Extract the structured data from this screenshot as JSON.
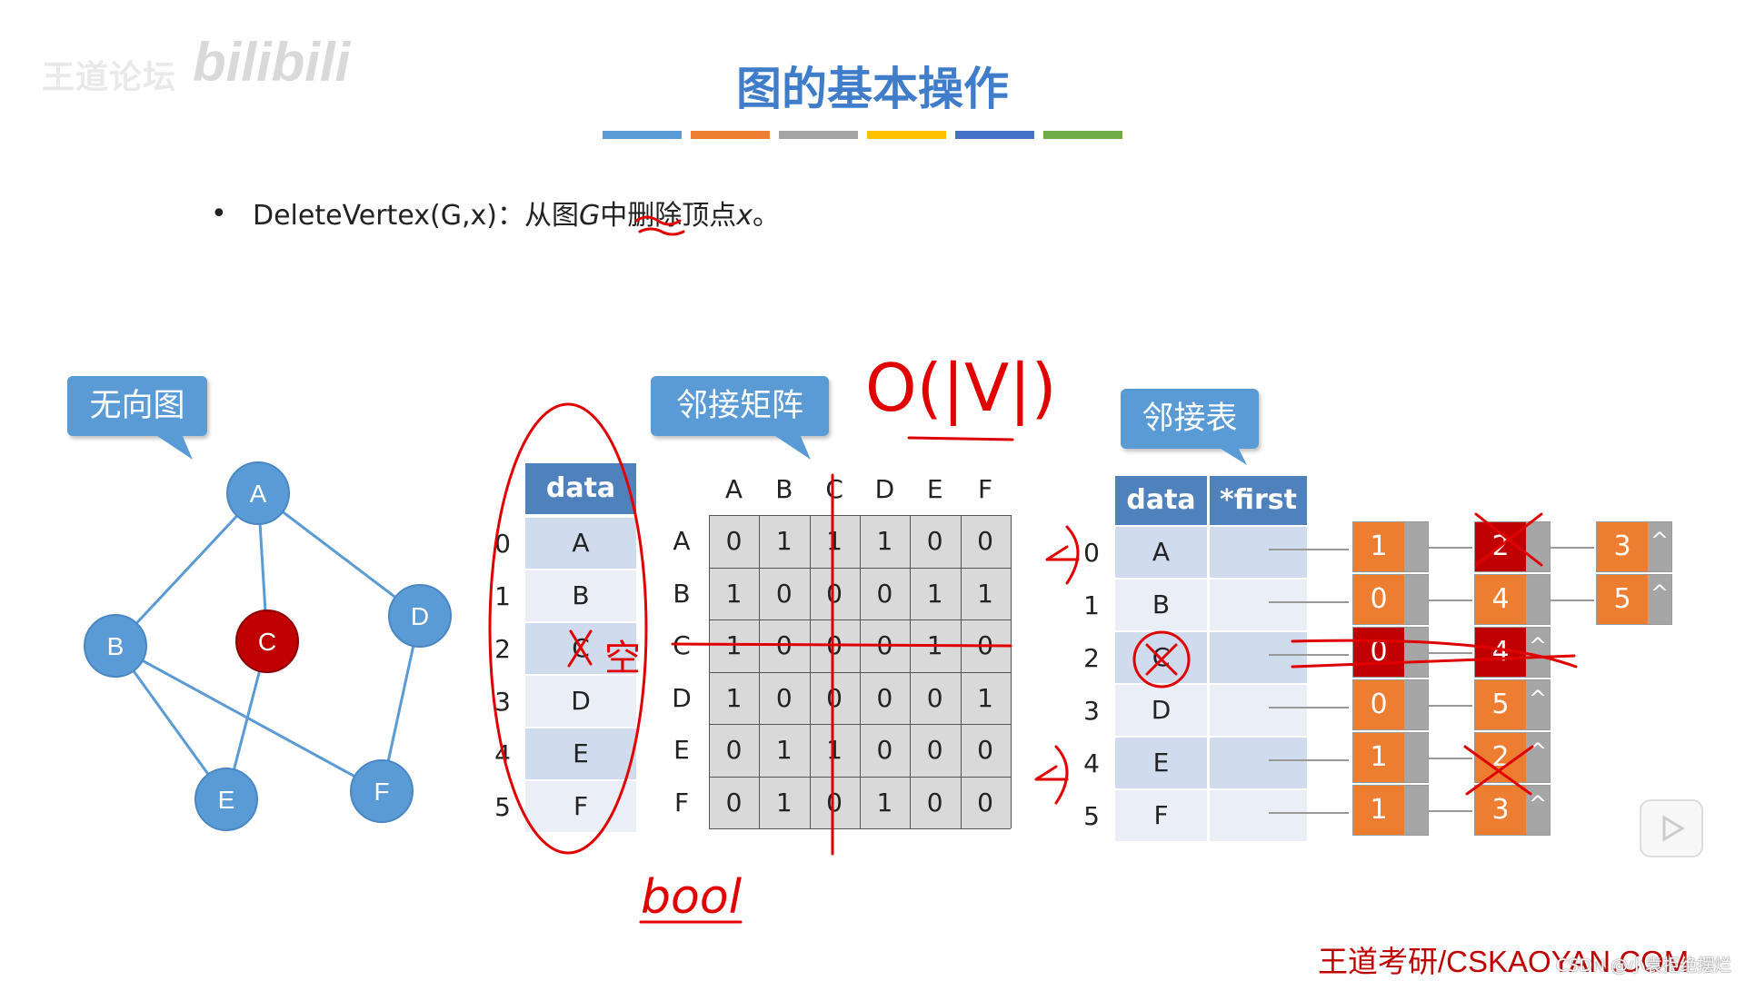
{
  "watermark": {
    "channel": "王道论坛",
    "site": "bilibili"
  },
  "slide_title": "图的基本操作",
  "title_bar_colors": [
    "#5b9bd5",
    "#ed7d31",
    "#a5a5a5",
    "#ffc000",
    "#4472c4",
    "#70ad47"
  ],
  "bullet": {
    "dot": "•",
    "prefix": "DeleteVertex(G,x)：从图",
    "g": "G",
    "mid": "中删除顶点",
    "x": "x",
    "end": "。"
  },
  "callouts": {
    "graph": "无向图",
    "matrix": "邻接矩阵",
    "list": "邻接表"
  },
  "graph": {
    "vertices": [
      "A",
      "B",
      "C",
      "D",
      "E",
      "F"
    ],
    "highlighted": "C",
    "edges": [
      [
        "A",
        "B"
      ],
      [
        "A",
        "C"
      ],
      [
        "A",
        "D"
      ],
      [
        "B",
        "E"
      ],
      [
        "B",
        "F"
      ],
      [
        "C",
        "E"
      ],
      [
        "D",
        "F"
      ]
    ]
  },
  "vertex_table": {
    "header": "data",
    "indices": [
      "0",
      "1",
      "2",
      "3",
      "4",
      "5"
    ],
    "values": [
      "A",
      "B",
      "C",
      "D",
      "E",
      "F"
    ]
  },
  "matrix": {
    "col_labels": [
      "A",
      "B",
      "C",
      "D",
      "E",
      "F"
    ],
    "row_labels": [
      "A",
      "B",
      "C",
      "D",
      "E",
      "F"
    ],
    "rows": [
      [
        "0",
        "1",
        "1",
        "1",
        "0",
        "0"
      ],
      [
        "1",
        "0",
        "0",
        "0",
        "1",
        "1"
      ],
      [
        "1",
        "0",
        "0",
        "0",
        "1",
        "0"
      ],
      [
        "1",
        "0",
        "0",
        "0",
        "0",
        "1"
      ],
      [
        "0",
        "1",
        "1",
        "0",
        "0",
        "0"
      ],
      [
        "0",
        "1",
        "0",
        "1",
        "0",
        "0"
      ]
    ]
  },
  "adj_list": {
    "header_data": "data",
    "header_first": "*first",
    "indices": [
      "0",
      "1",
      "2",
      "3",
      "4",
      "5"
    ],
    "values": [
      "A",
      "B",
      "C",
      "D",
      "E",
      "F"
    ],
    "null_marker": "^",
    "chains": [
      [
        "1",
        "2",
        "3"
      ],
      [
        "0",
        "4",
        "5"
      ],
      [
        "0",
        "4"
      ],
      [
        "0",
        "5"
      ],
      [
        "1",
        "2"
      ],
      [
        "1",
        "3"
      ]
    ]
  },
  "annotations": {
    "complexity": "O(|V|)",
    "bool_note": "bool",
    "empty_note": "空"
  },
  "footer": "王道考研/CSKAOYAN.COM",
  "credit": "CSDN @小袁拒绝摆烂"
}
